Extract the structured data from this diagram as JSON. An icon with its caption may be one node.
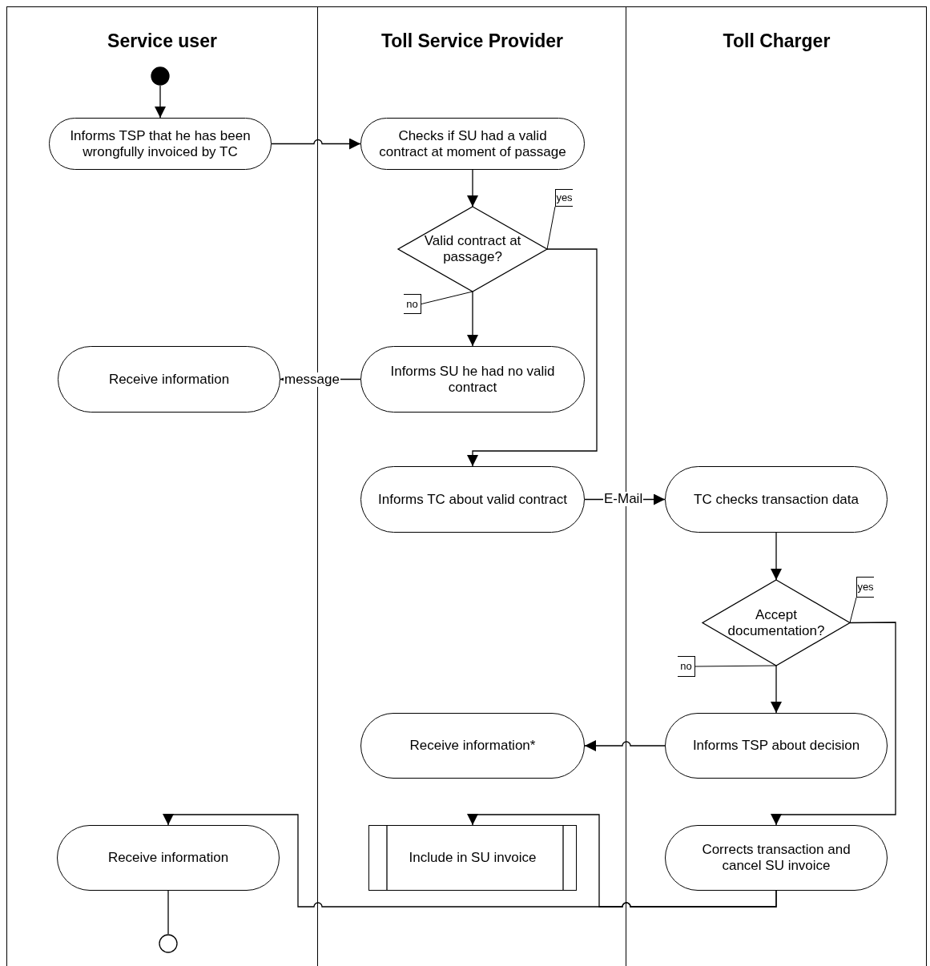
{
  "diagram": {
    "nodes": [
      {
        "text": [
          "Service user"
        ]
      },
      {
        "text": [
          "Toll Service Provider"
        ]
      },
      {
        "text": [
          "Toll Charger"
        ]
      },
      {
        "text": [],
        "shape": "circle",
        "in": 0
      },
      {
        "text": [
          "Informs TSP that he has been wrongfully invoiced by TC"
        ],
        "in": 0
      },
      {
        "text": [
          "Checks if SU had a valid contract at moment of passage"
        ],
        "in": 1
      },
      {
        "text": [
          "Valid contract at passage?"
        ],
        "in": 1
      },
      {
        "text": [
          "Receive information"
        ],
        "in": 0
      },
      {
        "text": [
          "Informs SU he had no valid contract"
        ],
        "in": 1
      },
      {
        "text": [
          "Informs TC about valid contract"
        ],
        "in": 1
      },
      {
        "text": [
          "TC checks transaction data"
        ],
        "in": 2
      },
      {
        "text": [
          "Accept documentation?"
        ],
        "in": 2
      },
      {
        "text": [
          "Receive information*"
        ],
        "in": 1
      },
      {
        "text": [
          "Informs TSP about decision"
        ],
        "in": 2
      },
      {
        "text": [
          "Receive information"
        ],
        "in": 0
      },
      {
        "text": [
          "Include in SU invoice"
        ],
        "in": 1
      },
      {
        "text": [
          "Corrects transaction and cancel SU invoice"
        ],
        "in": 2
      },
      {
        "text": [],
        "shape": "circle",
        "in": 0
      },
      {
        "text": [
          "yes"
        ],
        "in": 1
      },
      {
        "text": [
          "no"
        ],
        "in": 1
      },
      {
        "text": [
          "yes"
        ],
        "in": 2
      },
      {
        "text": [
          "no"
        ],
        "in": 2
      }
    ],
    "edges": [
      {
        "from": 3,
        "to": 4,
        "arrow": "to"
      },
      {
        "from": 4,
        "to": 5,
        "arrow": "to"
      },
      {
        "from": 5,
        "to": 6,
        "arrow": "to"
      },
      {
        "from": 6,
        "to": 8,
        "arrow": "to"
      },
      {
        "from": 6,
        "to": 9,
        "arrow": "to"
      },
      {
        "from": 8,
        "to": 7,
        "arrow": "to",
        "label": "message"
      },
      {
        "from": 9,
        "to": 10,
        "arrow": "to",
        "label": "E-Mail"
      },
      {
        "from": 10,
        "to": 11,
        "arrow": "to"
      },
      {
        "from": 11,
        "to": 13,
        "arrow": "to"
      },
      {
        "from": 11,
        "to": 16,
        "arrow": "to"
      },
      {
        "from": 13,
        "to": 12,
        "arrow": "to"
      },
      {
        "from": 16,
        "to": 15,
        "arrow": "to"
      },
      {
        "from": 16,
        "to": 14,
        "arrow": "to"
      },
      {
        "from": 14,
        "to": 17,
        "arrow": "none"
      },
      {
        "from": 18,
        "to": 6,
        "arrow": "none"
      },
      {
        "from": 19,
        "to": 6,
        "arrow": "none"
      },
      {
        "from": 20,
        "to": 11,
        "arrow": "none"
      },
      {
        "from": 21,
        "to": 11,
        "arrow": "none"
      }
    ]
  }
}
